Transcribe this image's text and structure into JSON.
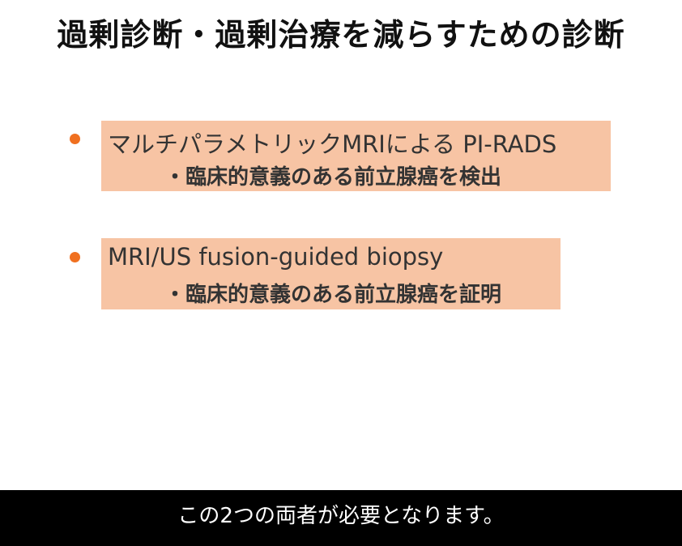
{
  "slide": {
    "title": "過剰診断・過剰治療を減らすための診断",
    "accent_color": "#f07020",
    "box_color": "#f7c4a4",
    "items": [
      {
        "main": "マルチパラメトリックMRIによる PI-RADS",
        "sub": "・臨床的意義のある前立腺癌を検出"
      },
      {
        "main": "MRI/US fusion-guided biopsy",
        "sub": "・臨床的意義のある前立腺癌を証明"
      }
    ]
  },
  "subtitle": {
    "text": "この2つの両者が必要となります。"
  }
}
